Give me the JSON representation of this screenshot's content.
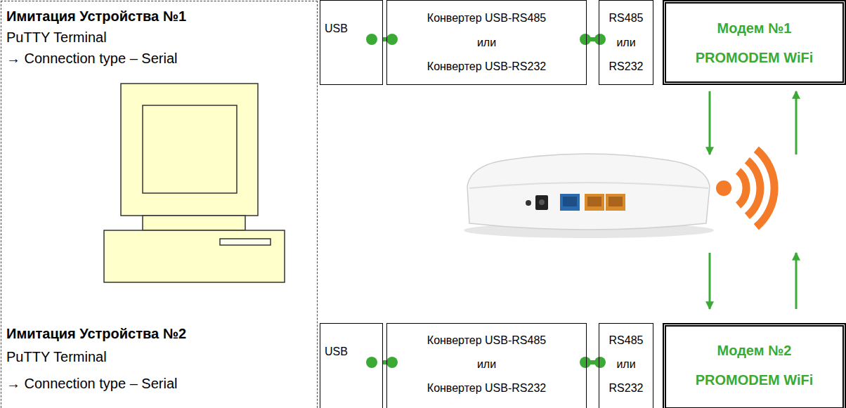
{
  "diagram": {
    "nodes": [
      {
        "text": [
          "Имитация Устройства №1",
          "PuTTY Terminal",
          "→ Connection type – Serial",
          "Имитация Устройства №2",
          "PuTTY Terminal",
          "→ Connection type – Serial"
        ]
      },
      {
        "text": [
          "USB"
        ]
      },
      {
        "text": [
          "Конвертер USB-RS485",
          "или",
          "Конвертер USB-RS232"
        ]
      },
      {
        "text": [
          "RS485",
          "или",
          "RS232"
        ]
      },
      {
        "text": [
          "Модем №1",
          "PROMODEM WiFi"
        ]
      },
      {
        "text": [
          "USB"
        ]
      },
      {
        "text": [
          "Конвертер USB-RS485",
          "или",
          "Конвертер USB-RS232"
        ]
      },
      {
        "text": [
          "RS485",
          "или",
          "RS232"
        ]
      },
      {
        "text": [
          "Модем №2",
          "PROMODEM WiFi"
        ]
      }
    ],
    "edges": [
      {
        "from": 1,
        "to": 2,
        "arrow": "none"
      },
      {
        "from": 2,
        "to": 3,
        "arrow": "none"
      },
      {
        "from": 5,
        "to": 6,
        "arrow": "none"
      },
      {
        "from": 6,
        "to": 7,
        "arrow": "none"
      }
    ]
  }
}
